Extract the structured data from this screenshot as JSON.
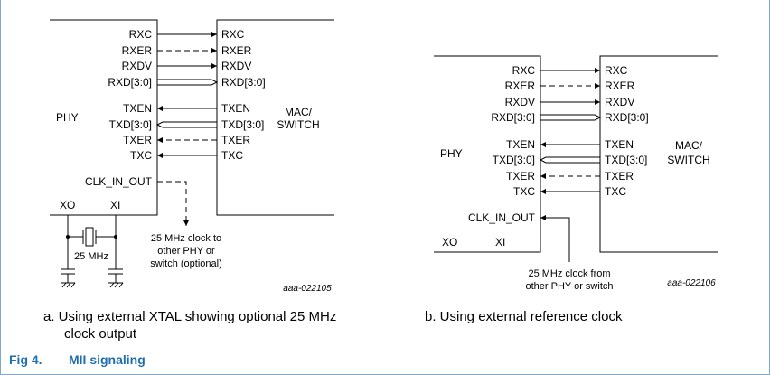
{
  "diagram_a": {
    "phy_label": "PHY",
    "mac_label_line1": "MAC/",
    "mac_label_line2": "SWITCH",
    "left_signals": [
      "RXC",
      "RXER",
      "RXDV",
      "RXD[3:0]",
      "TXEN",
      "TXD[3:0]",
      "TXER",
      "TXC",
      "CLK_IN_OUT"
    ],
    "right_signals": [
      "RXC",
      "RXER",
      "RXDV",
      "RXD[3:0]",
      "TXEN",
      "TXD[3:0]",
      "TXER",
      "TXC"
    ],
    "xo": "XO",
    "xi": "XI",
    "xtal_label": "25 MHz",
    "clock_note": [
      "25 MHz clock to",
      "other PHY or",
      "switch (optional)"
    ],
    "ref_id": "aaa-022105",
    "caption_line1": "a.  Using external XTAL showing optional 25 MHz",
    "caption_line2": "clock output"
  },
  "diagram_b": {
    "phy_label": "PHY",
    "mac_label_line1": "MAC/",
    "mac_label_line2": "SWITCH",
    "left_signals": [
      "RXC",
      "RXER",
      "RXDV",
      "RXD[3:0]",
      "TXEN",
      "TXD[3:0]",
      "TXER",
      "TXC",
      "CLK_IN_OUT"
    ],
    "right_signals": [
      "RXC",
      "RXER",
      "RXDV",
      "RXD[3:0]",
      "TXEN",
      "TXD[3:0]",
      "TXER",
      "TXC"
    ],
    "xo": "XO",
    "xi": "XI",
    "clock_note": [
      "25 MHz clock from",
      "other PHY or switch"
    ],
    "ref_id": "aaa-022106",
    "caption": "b.  Using external reference clock"
  },
  "figure": {
    "number": "Fig 4.",
    "title": "MII signaling"
  }
}
